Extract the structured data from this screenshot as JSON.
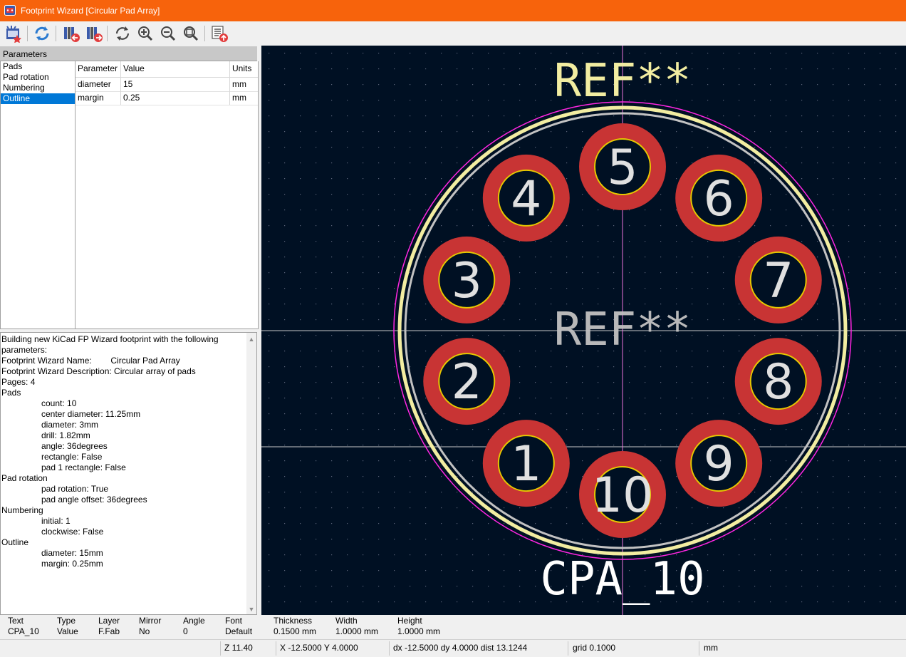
{
  "window": {
    "title": "Footprint Wizard [Circular Pad Array]"
  },
  "toolbar": {
    "icons": [
      "select-wizard-icon",
      "reset-parameters-icon",
      "previous-page-icon",
      "next-page-icon",
      "refresh-icon",
      "zoom-in-icon",
      "zoom-out-icon",
      "zoom-fit-icon",
      "export-footprint-icon"
    ]
  },
  "parameters": {
    "header": "Parameters",
    "pages": [
      "Pads",
      "Pad rotation",
      "Numbering",
      "Outline"
    ],
    "selected_page": 3,
    "columns": [
      "Parameter",
      "Value",
      "Units"
    ],
    "rows": [
      {
        "name": "diameter",
        "value": "15",
        "units": "mm"
      },
      {
        "name": "margin",
        "value": "0.25",
        "units": "mm"
      }
    ]
  },
  "log": {
    "lines": [
      {
        "text": "Building new KiCad FP Wizard footprint with the following",
        "indent": false
      },
      {
        "text": "parameters:",
        "indent": false
      },
      {
        "text": "Footprint Wizard Name:        Circular Pad Array",
        "indent": false
      },
      {
        "text": "Footprint Wizard Description: Circular array of pads",
        "indent": false
      },
      {
        "text": "Pages: 4",
        "indent": false
      },
      {
        "text": "Pads",
        "indent": false
      },
      {
        "text": "count: 10",
        "indent": true
      },
      {
        "text": "center diameter: 11.25mm",
        "indent": true
      },
      {
        "text": "diameter: 3mm",
        "indent": true
      },
      {
        "text": "drill: 1.82mm",
        "indent": true
      },
      {
        "text": "angle: 36degrees",
        "indent": true
      },
      {
        "text": "rectangle: False",
        "indent": true
      },
      {
        "text": "pad 1 rectangle: False",
        "indent": true
      },
      {
        "text": "Pad rotation",
        "indent": false
      },
      {
        "text": "pad rotation: True",
        "indent": true
      },
      {
        "text": "pad angle offset: 36degrees",
        "indent": true
      },
      {
        "text": "Numbering",
        "indent": false
      },
      {
        "text": "initial: 1",
        "indent": true
      },
      {
        "text": "clockwise: False",
        "indent": true
      },
      {
        "text": "Outline",
        "indent": false
      },
      {
        "text": "diameter: 15mm",
        "indent": true
      },
      {
        "text": "margin: 0.25mm",
        "indent": true
      }
    ]
  },
  "footprint": {
    "reference_top": "REF**",
    "reference_fab": "REF**",
    "value": "CPA_10",
    "pad_count": 10,
    "pad_labels": [
      "1",
      "2",
      "3",
      "4",
      "5",
      "6",
      "7",
      "8",
      "9",
      "10"
    ],
    "colors": {
      "background": "#001023",
      "pad": "#c83434",
      "pad_ring": "#e6c800",
      "silkscreen": "#f2eda1",
      "fab": "#c2c2c2",
      "courtyard": "#ff26e2",
      "crosshair": "#ff26e2",
      "axis": "#ffffff",
      "grid": "#5a6278"
    }
  },
  "msgpanel": {
    "fields": [
      {
        "label": "Text",
        "value": "CPA_10"
      },
      {
        "label": "Type",
        "value": "Value"
      },
      {
        "label": "Layer",
        "value": "F.Fab"
      },
      {
        "label": "Mirror",
        "value": "No"
      },
      {
        "label": "Angle",
        "value": "0"
      },
      {
        "label": "Font",
        "value": "Default"
      },
      {
        "label": "Thickness",
        "value": "0.1500 mm"
      },
      {
        "label": "Width",
        "value": "1.0000 mm"
      },
      {
        "label": "Height",
        "value": "1.0000 mm"
      }
    ]
  },
  "status": {
    "zoom": "Z 11.40",
    "xy": "X -12.5000  Y 4.0000",
    "delta": "dx -12.5000  dy 4.0000  dist 13.1244",
    "grid": "grid 0.1000",
    "units": "mm"
  }
}
